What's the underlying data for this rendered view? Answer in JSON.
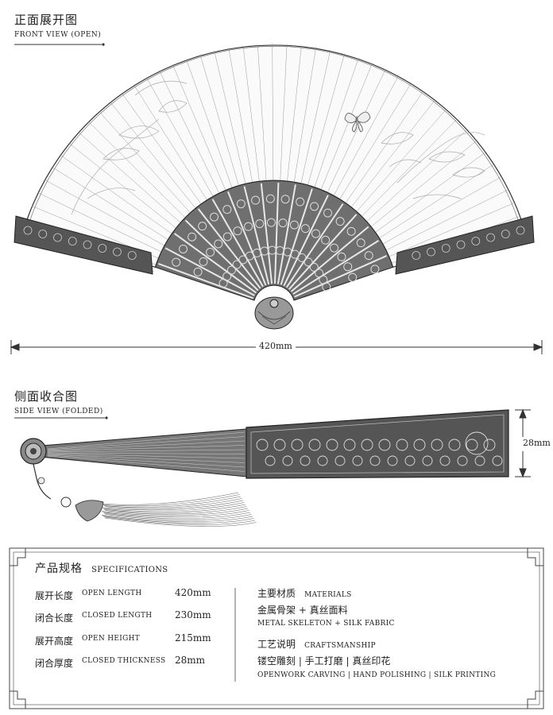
{
  "front": {
    "title_cn": "正面展开图",
    "title_en": "FRONT VIEW (OPEN)",
    "width_dim": "420mm"
  },
  "side": {
    "title_cn": "侧面收合图",
    "title_en": "SIDE VIEW (FOLDED)",
    "height_dim": "28mm"
  },
  "specs": {
    "heading_cn": "产品规格",
    "heading_en": "SPECIFICATIONS",
    "rows": [
      {
        "cn": "展开长度",
        "en": "OPEN LENGTH",
        "value": "420mm"
      },
      {
        "cn": "闭合长度",
        "en": "CLOSED LENGTH",
        "value": "230mm"
      },
      {
        "cn": "展开高度",
        "en": "OPEN HEIGHT",
        "value": "215mm"
      },
      {
        "cn": "闭合厚度",
        "en": "CLOSED THICKNESS",
        "value": "28mm"
      }
    ],
    "materials": {
      "label_cn": "主要材质",
      "label_en": "MATERIALS",
      "value_cn": "金属骨架 + 真丝面料",
      "value_en": "METAL SKELETON + SILK FABRIC"
    },
    "craft": {
      "label_cn": "工艺说明",
      "label_en": "CRAFTSMANSHIP",
      "value_cn": "镂空雕刻 | 手工打磨 | 真丝印花",
      "value_en": "OPENWORK CARVING | HAND POLISHING | SILK PRINTING"
    }
  }
}
